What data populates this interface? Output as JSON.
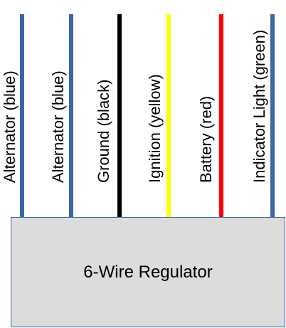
{
  "regulator": {
    "label": "6-Wire Regulator",
    "fill_color": "#dcdcdc",
    "border_color": "#3a6aa8"
  },
  "wires": [
    {
      "label": "Alternator (blue)",
      "color": "#3a66a6"
    },
    {
      "label": "Alternator (blue)",
      "color": "#3a66a6"
    },
    {
      "label": "Ground (black)",
      "color": "#000000"
    },
    {
      "label": "Ignition (yellow)",
      "color": "#ffff00"
    },
    {
      "label": "Battery (red)",
      "color": "#ff0000"
    },
    {
      "label": "Indicator Light (green)",
      "color": "#3a66a6"
    }
  ]
}
